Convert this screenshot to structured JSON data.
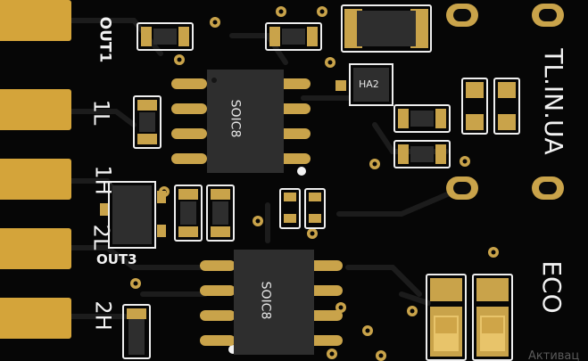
{
  "edge_labels": {
    "out1": "OUT1",
    "l1": "1L",
    "h1": "1H",
    "l2": "2L",
    "h2": "2H",
    "out3": "OUT3"
  },
  "chips": {
    "u1_label": "SOIC8",
    "u2_label": "SOIC8",
    "ha2_label": "HA2"
  },
  "branding": {
    "site": "TL.IN.UA",
    "model": "ECO"
  },
  "watermark": "Активац",
  "colors": {
    "background": "#060606",
    "copper_pad": "#d4a43a",
    "silkscreen": "#f2f2f2",
    "chip_body": "#2e2e2e",
    "smd_cap": "#c9a34a",
    "trace": "#1a1a1a"
  }
}
